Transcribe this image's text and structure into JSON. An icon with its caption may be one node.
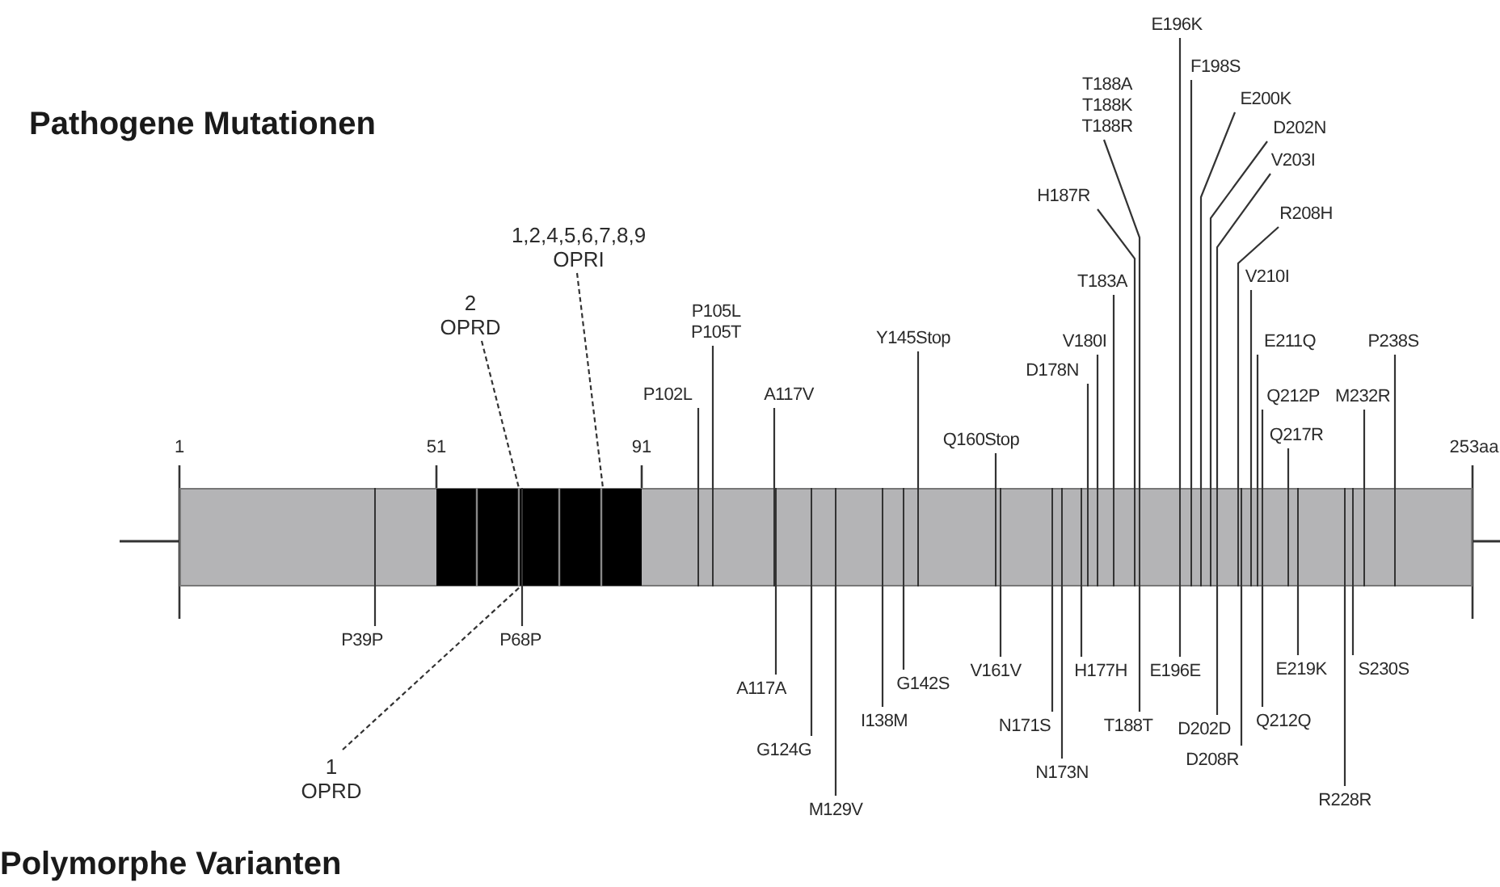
{
  "diagram": {
    "nodes": [
      {
        "text": [],
        "shape": "bar"
      },
      {
        "text": [
          "1,2,4,5,6,7,8,9",
          "OPRI"
        ]
      },
      {
        "text": [
          "2",
          "OPRD"
        ]
      },
      {
        "text": [
          "P102L"
        ]
      },
      {
        "text": [
          "P105L",
          "P105T"
        ]
      },
      {
        "text": [
          "A117V"
        ]
      },
      {
        "text": [
          "Y145Stop"
        ]
      },
      {
        "text": [
          "Q160Stop"
        ]
      },
      {
        "text": [
          "D178N"
        ]
      },
      {
        "text": [
          "V180I"
        ]
      },
      {
        "text": [
          "T183A"
        ]
      },
      {
        "text": [
          "H187R"
        ]
      },
      {
        "text": [
          "T188A",
          "T188K",
          "T188R"
        ]
      },
      {
        "text": [
          "E196K"
        ]
      },
      {
        "text": [
          "F198S"
        ]
      },
      {
        "text": [
          "E200K"
        ]
      },
      {
        "text": [
          "D202N"
        ]
      },
      {
        "text": [
          "V203I"
        ]
      },
      {
        "text": [
          "R208H"
        ]
      },
      {
        "text": [
          "V210I"
        ]
      },
      {
        "text": [
          "E211Q"
        ]
      },
      {
        "text": [
          "Q212P"
        ]
      },
      {
        "text": [
          "Q217R"
        ]
      },
      {
        "text": [
          "M232R"
        ]
      },
      {
        "text": [
          "P238S"
        ]
      },
      {
        "text": [
          "P39P"
        ]
      },
      {
        "text": [
          "P68P"
        ]
      },
      {
        "text": [
          "1",
          "OPRD"
        ]
      },
      {
        "text": [
          "A117A"
        ]
      },
      {
        "text": [
          "G124G"
        ]
      },
      {
        "text": [
          "M129V"
        ]
      },
      {
        "text": [
          "I138M"
        ]
      },
      {
        "text": [
          "G142S"
        ]
      },
      {
        "text": [
          "V161V"
        ]
      },
      {
        "text": [
          "N171S"
        ]
      },
      {
        "text": [
          "N173N"
        ]
      },
      {
        "text": [
          "H177H"
        ]
      },
      {
        "text": [
          "T188T"
        ]
      },
      {
        "text": [
          "E196E"
        ]
      },
      {
        "text": [
          "D202D"
        ]
      },
      {
        "text": [
          "D208R"
        ]
      },
      {
        "text": [
          "Q212Q"
        ]
      },
      {
        "text": [
          "E219K"
        ]
      },
      {
        "text": [
          "R228R"
        ]
      },
      {
        "text": [
          "S230S"
        ]
      }
    ],
    "edges": [
      {
        "from": 1,
        "to": 0,
        "arrow": "none",
        "style": "dashed"
      },
      {
        "from": 2,
        "to": 0,
        "arrow": "none",
        "style": "dashed"
      },
      {
        "from": 3,
        "to": 0,
        "arrow": "none"
      },
      {
        "from": 4,
        "to": 0,
        "arrow": "none"
      },
      {
        "from": 5,
        "to": 0,
        "arrow": "none"
      },
      {
        "from": 6,
        "to": 0,
        "arrow": "none"
      },
      {
        "from": 7,
        "to": 0,
        "arrow": "none"
      },
      {
        "from": 8,
        "to": 0,
        "arrow": "none"
      },
      {
        "from": 9,
        "to": 0,
        "arrow": "none"
      },
      {
        "from": 10,
        "to": 0,
        "arrow": "none"
      },
      {
        "from": 11,
        "to": 0,
        "arrow": "none"
      },
      {
        "from": 12,
        "to": 0,
        "arrow": "none"
      },
      {
        "from": 13,
        "to": 0,
        "arrow": "none"
      },
      {
        "from": 14,
        "to": 0,
        "arrow": "none"
      },
      {
        "from": 15,
        "to": 0,
        "arrow": "none"
      },
      {
        "from": 16,
        "to": 0,
        "arrow": "none"
      },
      {
        "from": 17,
        "to": 0,
        "arrow": "none"
      },
      {
        "from": 18,
        "to": 0,
        "arrow": "none"
      },
      {
        "from": 19,
        "to": 0,
        "arrow": "none"
      },
      {
        "from": 20,
        "to": 0,
        "arrow": "none"
      },
      {
        "from": 21,
        "to": 0,
        "arrow": "none"
      },
      {
        "from": 22,
        "to": 0,
        "arrow": "none"
      },
      {
        "from": 23,
        "to": 0,
        "arrow": "none"
      },
      {
        "from": 24,
        "to": 0,
        "arrow": "none"
      },
      {
        "from": 25,
        "to": 0,
        "arrow": "none"
      },
      {
        "from": 26,
        "to": 0,
        "arrow": "none"
      },
      {
        "from": 27,
        "to": 0,
        "arrow": "none",
        "style": "dashed"
      },
      {
        "from": 28,
        "to": 0,
        "arrow": "none"
      },
      {
        "from": 29,
        "to": 0,
        "arrow": "none"
      },
      {
        "from": 30,
        "to": 0,
        "arrow": "none"
      },
      {
        "from": 31,
        "to": 0,
        "arrow": "none"
      },
      {
        "from": 32,
        "to": 0,
        "arrow": "none"
      },
      {
        "from": 33,
        "to": 0,
        "arrow": "none"
      },
      {
        "from": 34,
        "to": 0,
        "arrow": "none"
      },
      {
        "from": 35,
        "to": 0,
        "arrow": "none"
      },
      {
        "from": 36,
        "to": 0,
        "arrow": "none"
      },
      {
        "from": 37,
        "to": 0,
        "arrow": "none"
      },
      {
        "from": 38,
        "to": 0,
        "arrow": "none"
      },
      {
        "from": 39,
        "to": 0,
        "arrow": "none"
      },
      {
        "from": 40,
        "to": 0,
        "arrow": "none"
      },
      {
        "from": 41,
        "to": 0,
        "arrow": "none"
      },
      {
        "from": 42,
        "to": 0,
        "arrow": "none"
      },
      {
        "from": 43,
        "to": 0,
        "arrow": "none"
      },
      {
        "from": 44,
        "to": 0,
        "arrow": "none"
      }
    ],
    "labels": [
      "Pathogene Mutationen",
      "1",
      "51",
      "91",
      "253aa",
      "Polymorphe Varianten"
    ]
  }
}
